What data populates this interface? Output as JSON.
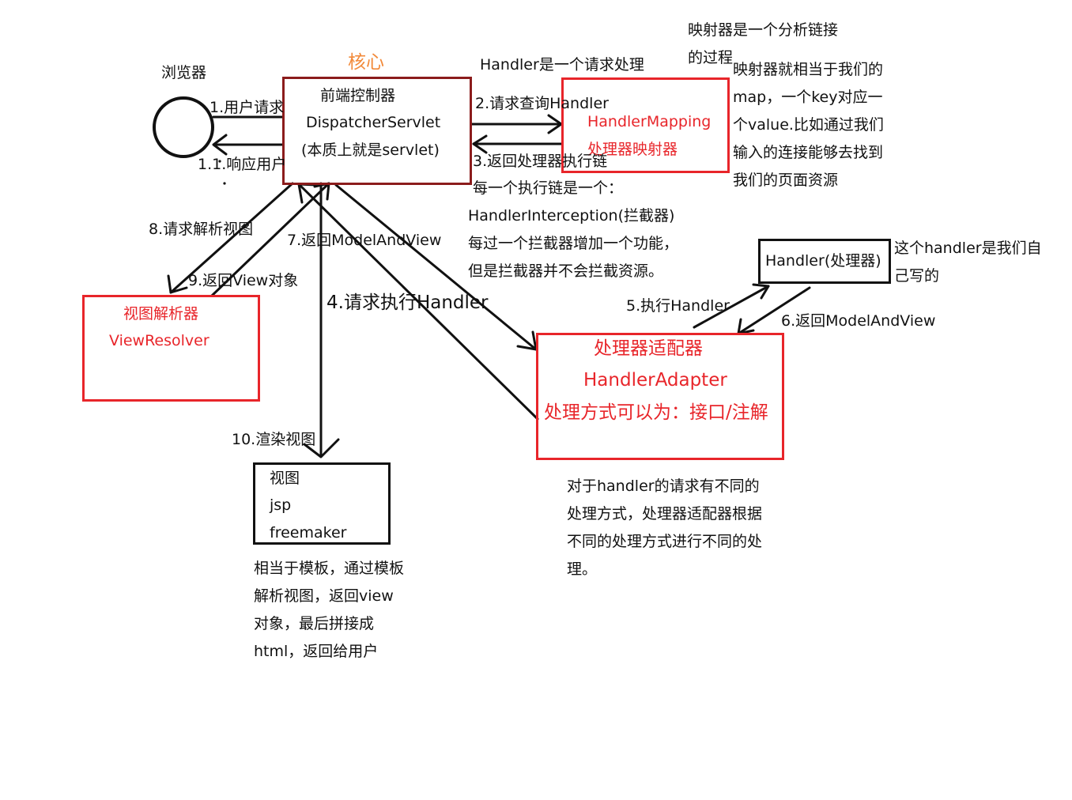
{
  "colors": {
    "accent_red": "#e8252a",
    "accent_orange": "#f28a3a",
    "ink": "#111111",
    "box_dark": "#8b1c1c"
  },
  "browser": {
    "label": "浏览器",
    "icon": "circle-icon"
  },
  "core": {
    "label": "核心"
  },
  "dispatcher": {
    "line1": "前端控制器",
    "line2": "DispatcherServlet",
    "line3": "(本质上就是servlet)"
  },
  "mapping": {
    "line1": "HandlerMapping",
    "line2": "处理器映射器"
  },
  "adapter": {
    "line1": "处理器适配器",
    "line2": "HandlerAdapter",
    "line3": "处理方式可以为：接口/注解"
  },
  "resolver": {
    "line1": "视图解析器",
    "line2": "ViewResolver"
  },
  "view": {
    "line1": "视图",
    "line2": "jsp",
    "line3": "freemaker"
  },
  "handler": {
    "label": "Handler(处理器)"
  },
  "steps": {
    "s1": "1.用户请求",
    "s11": "1.1.响应用户",
    "s2": "2.请求查询Handler",
    "s3": "3.返回处理器执行链",
    "s4": "4.请求执行Handler",
    "s5": "5.执行Handler",
    "s6": "6.返回ModelAndView",
    "s7": "7.返回ModelAndView",
    "s8": "8.请求解析视图",
    "s9": "9.返回View对象",
    "s10": "10.渲染视图"
  },
  "notes": {
    "handler_is": "Handler是一个请求处理",
    "mapper_analysis": [
      "映射器是一个分析链接",
      "的过程"
    ],
    "mapper_map": [
      "映射器就相当于我们的",
      "map，一个key对应一",
      "个value.比如通过我们",
      "输入的连接能够去找到",
      "我们的页面资源"
    ],
    "chain": [
      "每一个执行链是一个：",
      "HandlerInterception(拦截器)",
      "每过一个拦截器增加一个功能，",
      "但是拦截器并不会拦截资源。"
    ],
    "handler_self": [
      "这个handler是我们自",
      "己写的"
    ],
    "adapter_desc": [
      "对于handler的请求有不同的",
      "处理方式，处理器适配器根据",
      "不同的处理方式进行不同的处",
      "理。"
    ],
    "view_desc": [
      "相当于模板，通过模板",
      "解析视图，返回view",
      "对象，最后拼接成",
      "html，返回给用户"
    ]
  }
}
